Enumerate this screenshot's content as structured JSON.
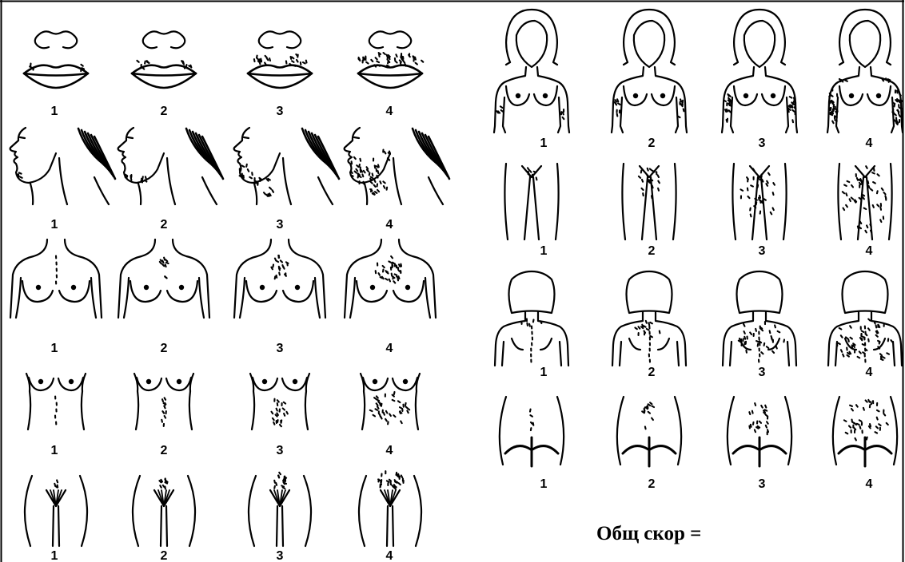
{
  "colors": {
    "ink": "#000000",
    "background": "#ffffff"
  },
  "left_rows": [
    {
      "labels": [
        "1",
        "2",
        "3",
        "4"
      ]
    },
    {
      "labels": [
        "1",
        "2",
        "3",
        "4"
      ]
    },
    {
      "labels": [
        "1",
        "2",
        "3",
        "4"
      ]
    },
    {
      "labels": [
        "1",
        "2",
        "3",
        "4"
      ]
    },
    {
      "labels": [
        "1",
        "2",
        "3",
        "4"
      ]
    }
  ],
  "right_rows": [
    {
      "labels": [
        "1",
        "2",
        "3",
        "4"
      ]
    },
    {
      "labels": [
        "1",
        "2",
        "3",
        "4"
      ]
    },
    {
      "labels": [
        "1",
        "2",
        "3",
        "4"
      ]
    },
    {
      "labels": [
        "1",
        "2",
        "3",
        "4"
      ]
    }
  ],
  "total_score_label": "Общ скор ="
}
